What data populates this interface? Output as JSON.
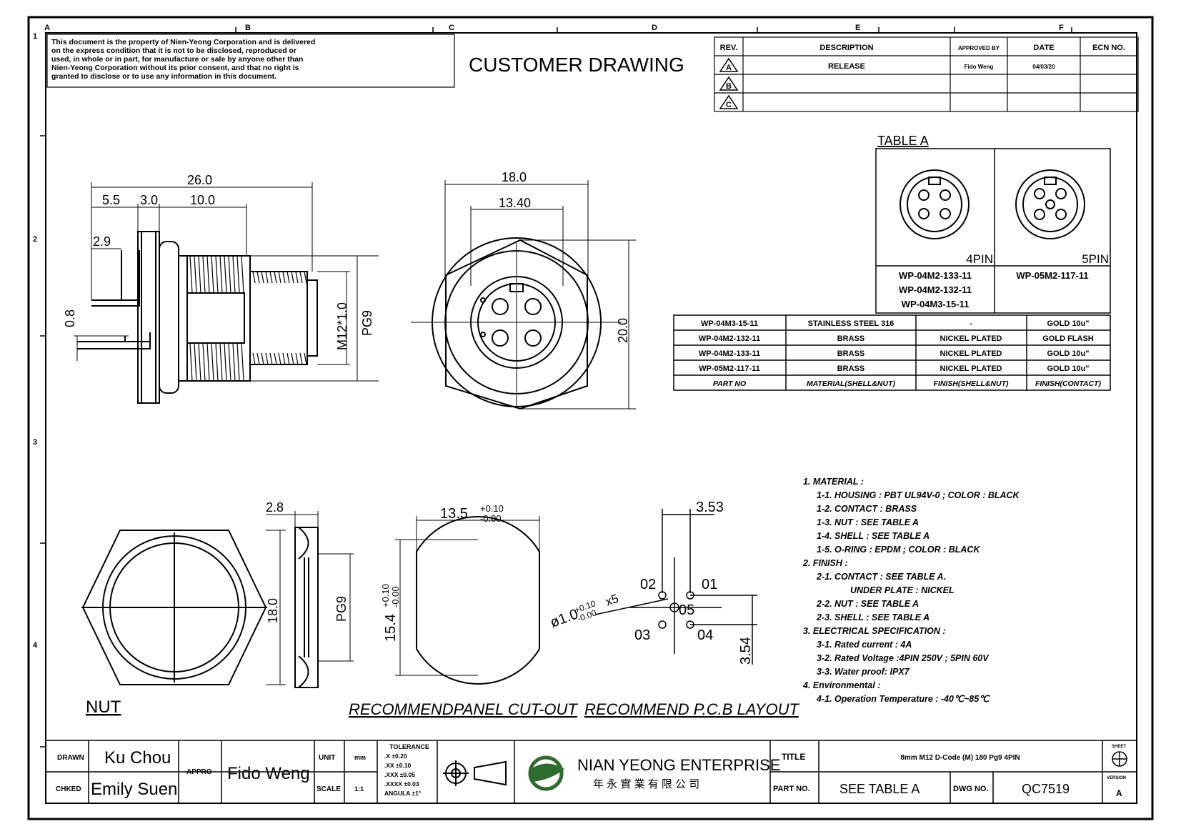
{
  "frame": {
    "col_letters": [
      "A",
      "B",
      "C",
      "D",
      "E",
      "F"
    ],
    "row_numbers": [
      "1",
      "2",
      "3",
      "4"
    ]
  },
  "notice": [
    "This document is the property of Nien-Yeong Corporation and is delivered",
    "on  the  express condition that it is not to be disclosed, reproduced or",
    "used, in whole or in part, for manufacture or sale by anyone other  than",
    "Nien-Yeong Corporation without  its prior consent, and that  no right  is",
    "granted  to disclose or  to use any information in this  document."
  ],
  "title": "CUSTOMER  DRAWING",
  "revision_table": {
    "headers": [
      "REV.",
      "DESCRIPTION",
      "APPROVED BY",
      "DATE",
      "ECN NO."
    ],
    "rows": [
      {
        "rev": "A",
        "description": "RELEASE",
        "approved": "Fido Weng",
        "date": "04/03/20",
        "ecn": ""
      },
      {
        "rev": "B",
        "description": "",
        "approved": "",
        "date": "",
        "ecn": ""
      },
      {
        "rev": "C",
        "description": "",
        "approved": "",
        "date": "",
        "ecn": ""
      }
    ]
  },
  "table_a": {
    "title": "TABLE  A",
    "col4_label": "4PIN",
    "col5_label": "5PIN",
    "col4_parts": [
      "WP-04M2-133-11",
      "WP-04M2-132-11",
      "WP-04M3-15-11"
    ],
    "col5_parts": [
      "WP-05M2-117-11"
    ]
  },
  "parts_table": {
    "rows": [
      [
        "WP-04M3-15-11",
        "STAINLESS STEEL 316",
        "-",
        "GOLD 10u\""
      ],
      [
        "WP-04M2-132-11",
        "BRASS",
        "NICKEL PLATED",
        "GOLD FLASH"
      ],
      [
        "WP-04M2-133-11",
        "BRASS",
        "NICKEL PLATED",
        "GOLD 10u\""
      ],
      [
        "WP-05M2-117-11",
        "BRASS",
        "NICKEL PLATED",
        "GOLD 10u\""
      ]
    ],
    "headers": [
      "PART NO",
      "MATERIAL(SHELL&NUT)",
      "FINISH(SHELL&NUT)",
      "FINISH(CONTACT)"
    ]
  },
  "side_view_dims": {
    "d_total": "26.0",
    "d_a": "5.5",
    "d_b": "3.0",
    "d_c": "10.0",
    "d_d": "2.9",
    "d_e": "0.8",
    "d_thread": "M12*1.0",
    "d_pg": "PG9"
  },
  "front_view_dims": {
    "d_width": "18.0",
    "d_inner": "13.40",
    "d_height": "20.0"
  },
  "nut_dims": {
    "d_thick": "2.8",
    "d_dia": "18.0",
    "d_pg": "PG9",
    "label": "NUT"
  },
  "cutout": {
    "d_width": "13.5",
    "d_width_tol_up": "+0.10",
    "d_width_tol_dn": "-0.00",
    "d_height": "15.4",
    "d_height_tol_up": "+0.10",
    "d_height_tol_dn": "-0.00",
    "label": "RECOMMENDPANEL  CUT-OUT"
  },
  "pcb": {
    "d_pitch": "3.53",
    "d_pitch_v": "3.54",
    "d_hole": "ø1.0",
    "d_hole_tol_up": "+0.10",
    "d_hole_tol_dn": "-0.00",
    "d_hole_qty": "x5",
    "pins": [
      "01",
      "02",
      "03",
      "04",
      "05"
    ],
    "label": "RECOMMEND  P.C.B  LAYOUT"
  },
  "notes": [
    "1.  MATERIAL  :",
    "1-1.  HOUSING  :  PBT  UL94V-0  ;  COLOR  :  BLACK",
    "1-2.  CONTACT  :  BRASS",
    "1-3.  NUT  :  SEE  TABLE  A",
    "1-4.  SHELL  :  SEE  TABLE  A",
    "1-5.  O-RING  :  EPDM  ;  COLOR  :  BLACK",
    "2.  FINISH  :",
    "2-1.  CONTACT  :  SEE  TABLE  A.",
    "UNDER  PLATE  :  NICKEL",
    "2-2.  NUT  :  SEE  TABLE  A",
    "2-3.  SHELL  :  SEE  TABLE  A",
    "3.  ELECTRICAL  SPECIFICATION  :",
    "3-1.  Rated  current  :  4A",
    "3-2.  Rated  Voltage  :4PIN  250V  ;  5PIN  60V",
    "3-3.  Water  proof:  IPX7",
    "4.  Environmental  :",
    "4-1.  Operation  Temperature  :  -40℃~85℃"
  ],
  "title_block": {
    "drawn_label": "DRAWN",
    "drawn_value": "Ku  Chou",
    "checked_label": "CHKED",
    "checked_value": "Emily  Suen",
    "approved_label": "APPRO",
    "approved_value": "Fido  Weng",
    "unit_label": "UNIT",
    "unit_value": "mm",
    "scale_label": "SCALE",
    "scale_value": "1:1",
    "tol_title": "TOLERANCE",
    "tol_rows": [
      ".X   ±0.20",
      ".XX   ±0.10",
      ".XXX  ±0.05",
      ".XXXX  ±0.03",
      "ANGULA  ±1°"
    ],
    "company_name": "NIAN YEONG ENTERPRISE",
    "company_cn": "年 永 實 業 有 限 公 司",
    "title_label": "TITLE",
    "title_value": "8mm M12 D-Code (M) 180 Pg9 4PIN",
    "partno_label": "PART NO.",
    "partno_value": "SEE  TABLE  A",
    "dwgno_label": "DWG NO.",
    "dwgno_value": "QC7519",
    "sheet_label": "SHEET",
    "version_label": "VERSION",
    "version_value": "A"
  }
}
